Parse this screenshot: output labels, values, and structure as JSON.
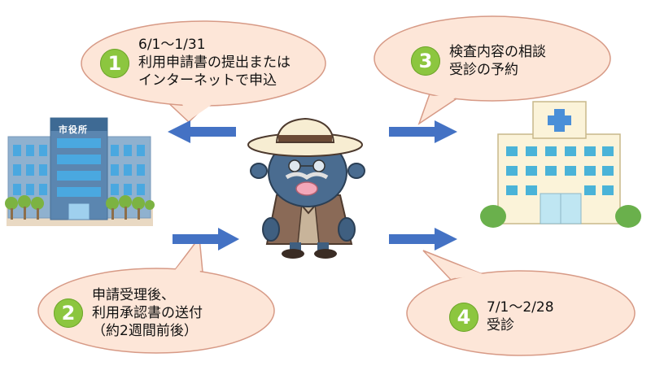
{
  "colors": {
    "bubble_fill": "#fde6d8",
    "bubble_stroke": "#d79a86",
    "step_badge": "#8cc63f",
    "arrow": "#4472c4"
  },
  "city_hall": {
    "label": "市役所"
  },
  "steps": [
    {
      "number": "1",
      "lines": [
        "6/1～1/31",
        "利用申請書の提出または",
        "インターネットで申込"
      ]
    },
    {
      "number": "2",
      "lines": [
        "申請受理後、",
        "利用承認書の送付",
        "（約2週間前後）"
      ]
    },
    {
      "number": "3",
      "lines": [
        "検査内容の相談",
        "受診の予約"
      ]
    },
    {
      "number": "4",
      "lines": [
        "7/1～2/28",
        "受診"
      ]
    }
  ]
}
